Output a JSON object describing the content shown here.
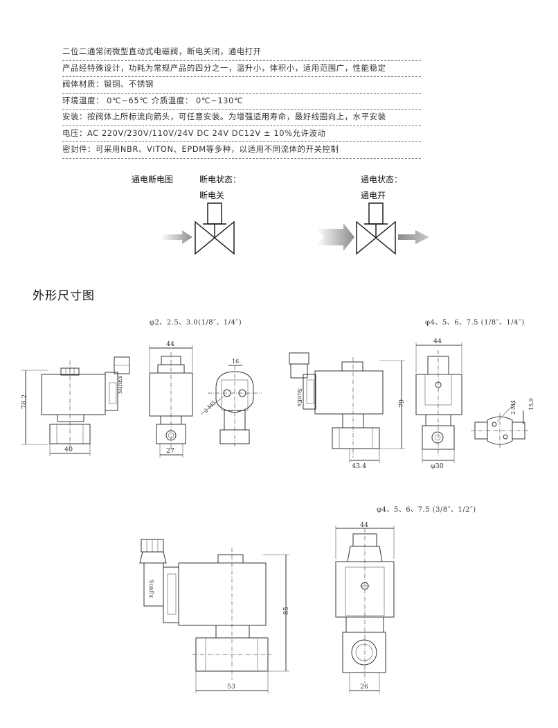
{
  "specs": [
    "二位二通常闭微型直动式电磁阀，断电关闭，通电打开",
    "产品经特殊设计，功耗为常规产品的四分之一，温升小，体积小，适用范围广，性能稳定",
    "阀体材质：锻铜、不锈钢",
    "环境温度： 0℃~65℃       介质温度： 0℃~130℃",
    "安装：按阀体上所标流向箭头，可任意安装。为增强适用寿命，最好线圈向上，水平安装",
    "电压：AC 220V/230V/110V/24V   DC 24V  DC12V     ± 10%允许波动",
    "密封件：可采用NBR、VITON、EPDM等多种，以适用不同流体的开关控制"
  ],
  "state_diagram": {
    "title": "通电断电图",
    "off_state_label": "断电状态：",
    "off_state_value": "断电关",
    "on_state_label": "通电状态：",
    "on_state_value": "通电开"
  },
  "dimensions": {
    "section_title": "外形尺寸图",
    "caption_1": "φ2、2.5、3.0(1/8″、1/4″)",
    "caption_2": "φ4、5、6、7.5 (1/8″、1/4″)",
    "caption_3": "φ4、5、6、7.5 (3/8″、1/2″)",
    "d1": {
      "height": "78.2",
      "width": "40",
      "side_width": "44",
      "side_bottom": "27",
      "top_width": "16",
      "thread": "2-M5"
    },
    "d2": {
      "height": "79",
      "width": "43.4",
      "side_width": "44",
      "side_bottom": "φ30",
      "thread": "2-M4",
      "pitch": "15.9"
    },
    "d3": {
      "height": "85",
      "width": "53",
      "side_width": "44",
      "side_bottom": "26"
    },
    "coil_label": "SunEx"
  }
}
